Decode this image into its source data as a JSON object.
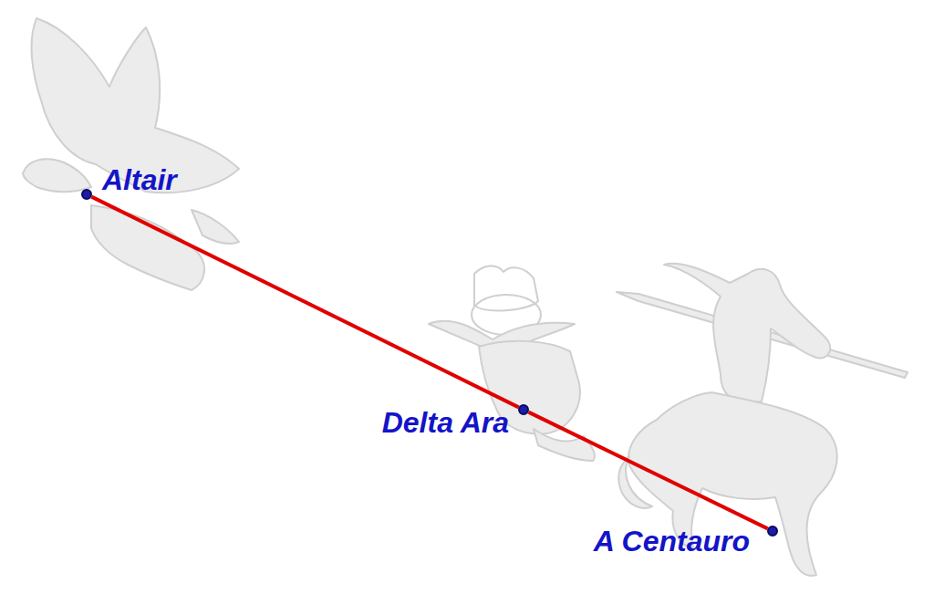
{
  "diagram": {
    "nodes": [
      {
        "text": [
          "Altair"
        ]
      },
      {
        "text": [
          "Delta Ara"
        ]
      },
      {
        "text": [
          "A Centauro"
        ]
      }
    ],
    "edges": [
      {
        "from": 0,
        "to": 1,
        "arrow": "none"
      },
      {
        "from": 1,
        "to": 2,
        "arrow": "none"
      }
    ]
  }
}
